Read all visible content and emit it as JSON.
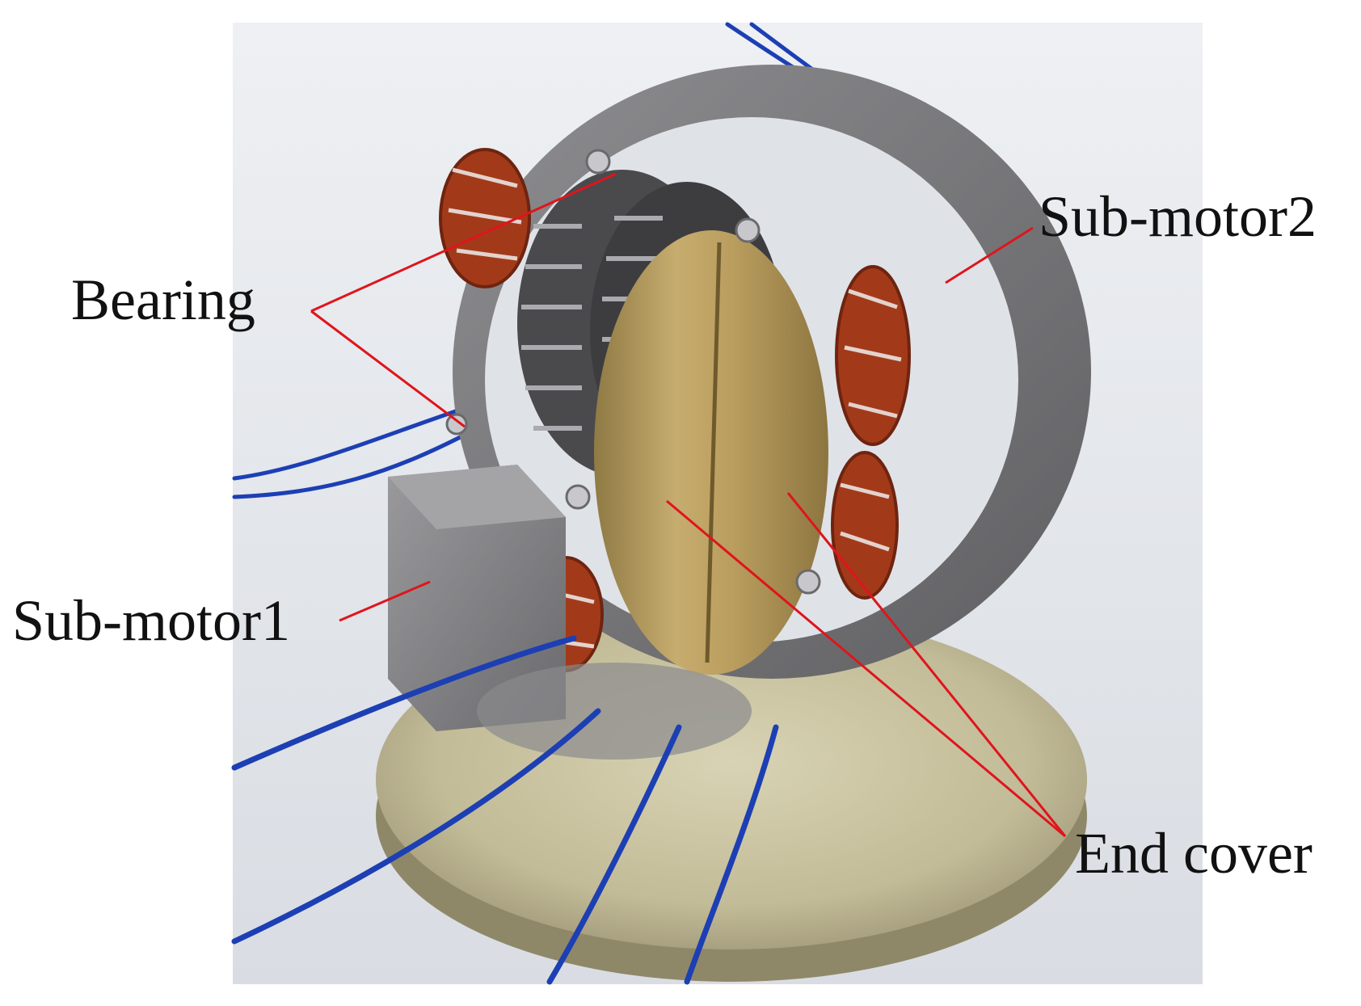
{
  "labels": {
    "bearing": "Bearing",
    "sub_motor_2": "Sub-motor2",
    "sub_motor_1": "Sub-motor1",
    "end_cover": "End cover"
  },
  "colors": {
    "leader_line": "#e0141c",
    "photo_background": "#dfe3e8",
    "base_plate": "#c9c3a0",
    "housing": "#7e7e80",
    "copper_winding": "#a23a1a",
    "wire": "#1d3fb4",
    "brass_cover": "#b49a5e"
  }
}
